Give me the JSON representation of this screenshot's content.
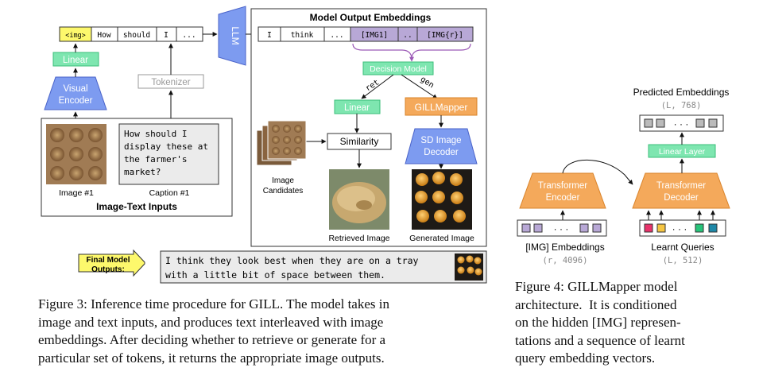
{
  "fig3": {
    "tokens_in": [
      "<img>",
      "How",
      "should",
      "I",
      "..."
    ],
    "linear": "Linear",
    "visual_encoder": [
      "Visual",
      "Encoder"
    ],
    "tokenizer": "Tokenizer",
    "llm": "LLM",
    "caption_text": [
      "How should I",
      "display these at",
      "the farmer's",
      "market?"
    ],
    "image_label": "Image #1",
    "caption_label": "Caption #1",
    "inputs_title": "Image-Text Inputs",
    "output_title": "Model Output Embeddings",
    "tokens_out": [
      "I",
      "think",
      "...",
      "[IMG1]",
      "..",
      "[IMG{r}]"
    ],
    "decision_model": "Decision Model",
    "ret": "ret",
    "gen": "gen",
    "linear2": "Linear",
    "gillmapper": "GILLMapper",
    "similarity": "Similarity",
    "sd_decoder": [
      "SD Image",
      "Decoder"
    ],
    "image_candidates": [
      "Image",
      "Candidates"
    ],
    "retrieved_image": "Retrieved Image",
    "generated_image": "Generated Image",
    "final_label": [
      "Final Model",
      "Outputs:"
    ],
    "final_text": [
      "I think they look best when they are on a tray",
      "with a little bit of space between them."
    ],
    "caption": [
      "Figure 3: Inference time procedure for GILL. The model takes in",
      "image and text inputs, and produces text interleaved with image",
      "embeddings. After deciding whether to retrieve or generate for a",
      "particular set of tokens, it returns the appropriate image outputs."
    ]
  },
  "fig4": {
    "predicted_title": "Predicted Embeddings",
    "predicted_shape": "(L, 768)",
    "linear_layer": "Linear Layer",
    "encoder": [
      "Transformer",
      "Encoder"
    ],
    "decoder": [
      "Transformer",
      "Decoder"
    ],
    "img_embeddings": "[IMG] Embeddings",
    "img_shape": "(r, 4096)",
    "learnt_queries": "Learnt Queries",
    "lq_shape": "(L, 512)",
    "caption": [
      "Figure 4: GILLMapper model",
      "architecture.  It is conditioned",
      "on the hidden [IMG] represen-",
      "tations and a sequence of learnt",
      "query embedding vectors."
    ]
  },
  "colors": {
    "green": "#7ee6b0",
    "blue": "#7d9bf0",
    "orange": "#f4a95b",
    "purple": "#b8a8d6",
    "yellow": "#fdf86c",
    "gray": "#ebebeb"
  }
}
